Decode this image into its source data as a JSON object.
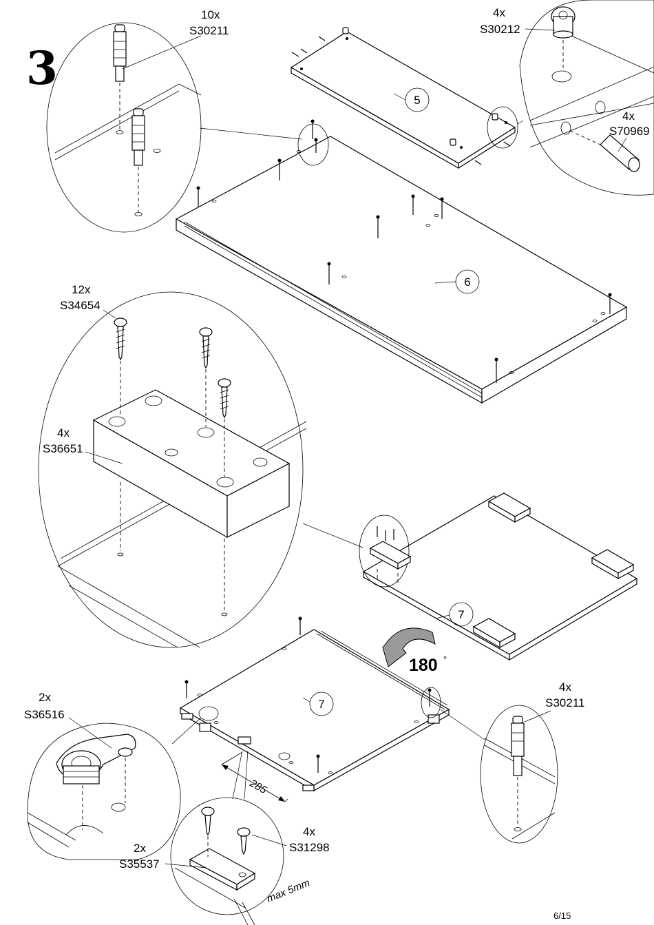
{
  "step_number": "3",
  "page_number": "6/15",
  "rotation_label": "180",
  "rotation_unit": "°",
  "panels": [
    {
      "id": "panel-5",
      "number": "5"
    },
    {
      "id": "panel-6",
      "number": "6"
    },
    {
      "id": "panel-7-top",
      "number": "7"
    },
    {
      "id": "panel-7-bottom",
      "number": "7"
    }
  ],
  "parts": {
    "s30211_top": {
      "qty": "10x",
      "code": "S30211"
    },
    "s30212": {
      "qty": "4x",
      "code": "S30212"
    },
    "s70969": {
      "qty": "4x",
      "code": "S70969"
    },
    "s34654": {
      "qty": "12x",
      "code": "S34654"
    },
    "s36651": {
      "qty": "4x",
      "code": "S36651"
    },
    "s36516": {
      "qty": "2x",
      "code": "S36516"
    },
    "s30211_bottom": {
      "qty": "4x",
      "code": "S30211"
    },
    "s35537": {
      "qty": "2x",
      "code": "S35537"
    },
    "s31298": {
      "qty": "4x",
      "code": "S31298"
    }
  },
  "dimensions": {
    "offset": "285",
    "max_gap": "max 5mm"
  }
}
